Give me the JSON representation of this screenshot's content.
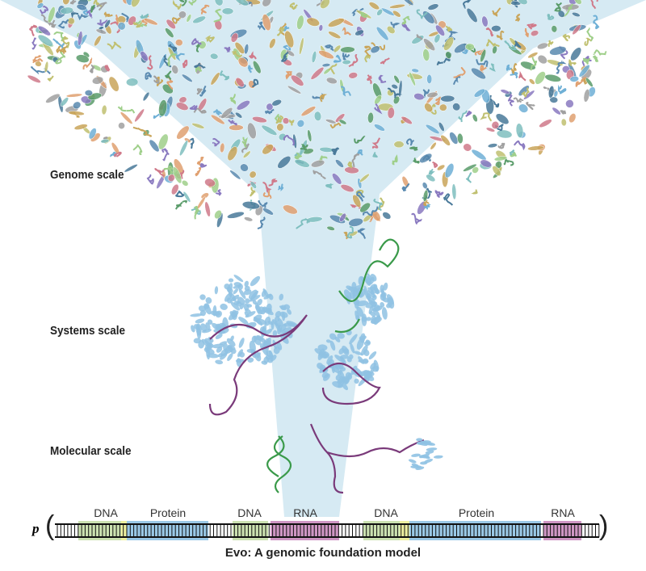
{
  "labels": {
    "genome": "Genome scale",
    "systems": "Systems scale",
    "molecular": "Molecular scale"
  },
  "sequence": {
    "variable": "p",
    "open_paren": "(",
    "close_paren": ")",
    "segments": [
      {
        "label": "DNA",
        "type": "dna"
      },
      {
        "label": "Protein",
        "type": "protein"
      },
      {
        "label": "DNA",
        "type": "dna"
      },
      {
        "label": "RNA",
        "type": "rna"
      },
      {
        "label": "DNA",
        "type": "dna"
      },
      {
        "label": "Protein",
        "type": "protein"
      },
      {
        "label": "RNA",
        "type": "rna"
      }
    ]
  },
  "title": "Evo: A genomic foundation model",
  "colors": {
    "funnel": "#d6eaf3",
    "dna": "#c5dea8",
    "protein": "#8fc2e3",
    "rna": "#c98bbd",
    "linker": "#eef0a0",
    "green_strand": "#3a9a4a",
    "purple_strand": "#7a3a7a",
    "palette": [
      "#6fb0d6",
      "#5a9c6a",
      "#c9a55a",
      "#d07a8a",
      "#8a7ac0",
      "#9fcf8a",
      "#5a8ab0",
      "#e0a070",
      "#7fbfbf",
      "#a0a0a0",
      "#c0c070",
      "#4a7a9a"
    ]
  }
}
